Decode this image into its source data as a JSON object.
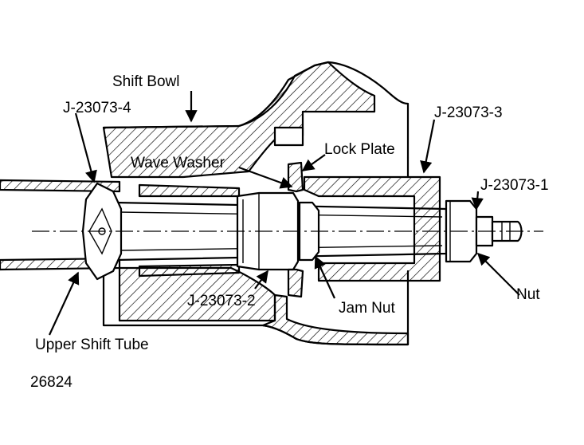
{
  "labels": {
    "shift_bowl": "Shift Bowl",
    "tool_4": "J-23073-4",
    "tool_3": "J-23073-3",
    "tool_1": "J-23073-1",
    "tool_2": "J-23073-2",
    "wave_washer": "Wave Washer",
    "lock_plate": "Lock Plate",
    "jam_nut": "Jam Nut",
    "nut": "Nut",
    "upper_shift_tube": "Upper Shift Tube",
    "figure_number": "26824"
  }
}
